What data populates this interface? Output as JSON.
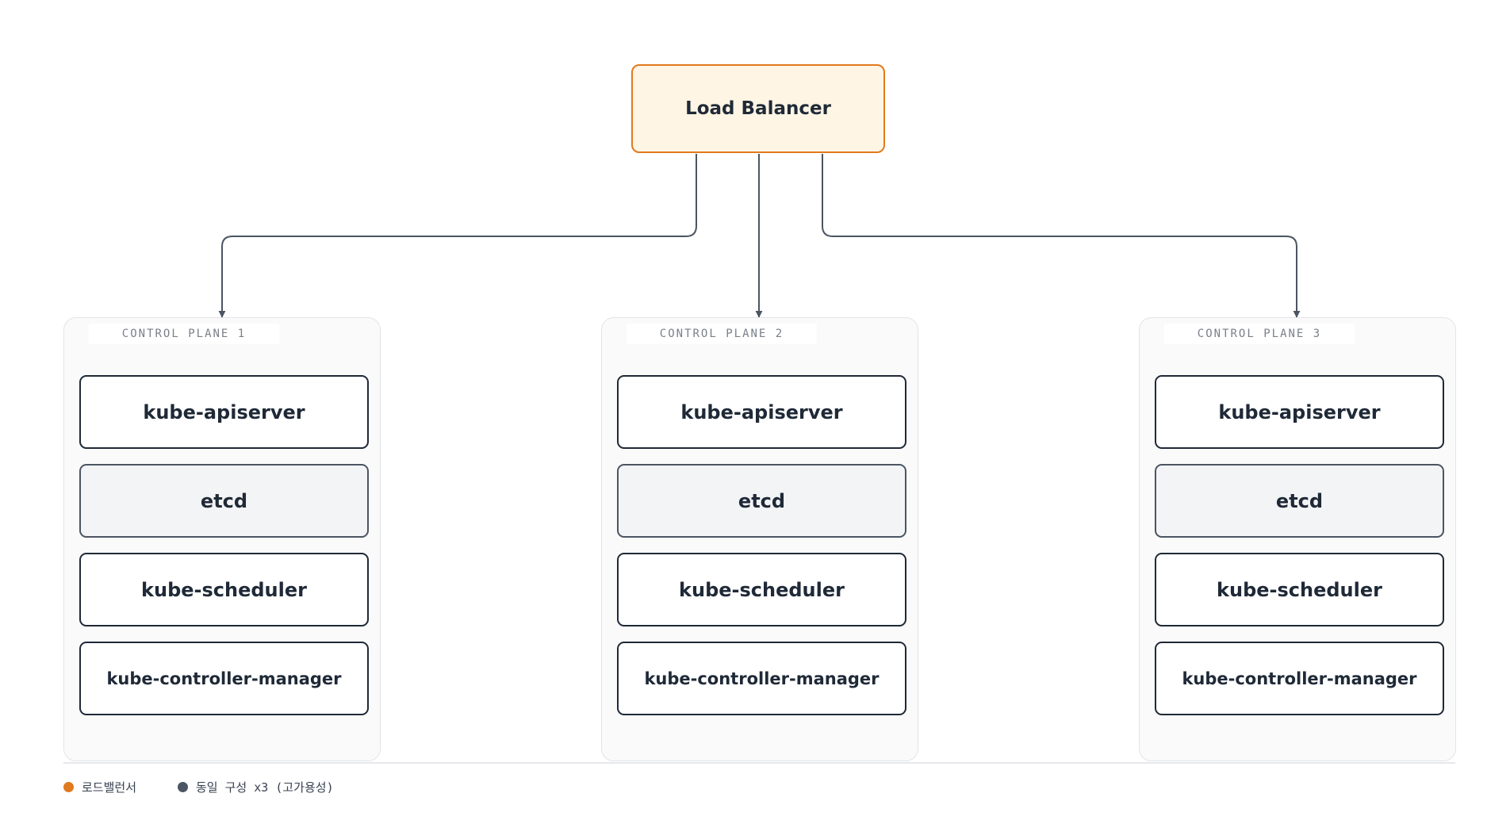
{
  "load_balancer": {
    "label": "Load Balancer"
  },
  "control_planes": [
    {
      "label": "CONTROL PLANE 1",
      "components": [
        {
          "label": "kube-apiserver"
        },
        {
          "label": "etcd"
        },
        {
          "label": "kube-scheduler"
        },
        {
          "label": "kube-controller-manager"
        }
      ]
    },
    {
      "label": "CONTROL PLANE 2",
      "components": [
        {
          "label": "kube-apiserver"
        },
        {
          "label": "etcd"
        },
        {
          "label": "kube-scheduler"
        },
        {
          "label": "kube-controller-manager"
        }
      ]
    },
    {
      "label": "CONTROL PLANE 3",
      "components": [
        {
          "label": "kube-apiserver"
        },
        {
          "label": "etcd"
        },
        {
          "label": "kube-scheduler"
        },
        {
          "label": "kube-controller-manager"
        }
      ]
    }
  ],
  "legend": {
    "load_balancer": "로드밸런서",
    "identical_config": "동일 구성 x3 (고가용성)"
  },
  "colors": {
    "accent": "#e07a1e",
    "accent_fill": "#fff5e4",
    "edge": "#4b5563",
    "text": "#1f2937"
  }
}
